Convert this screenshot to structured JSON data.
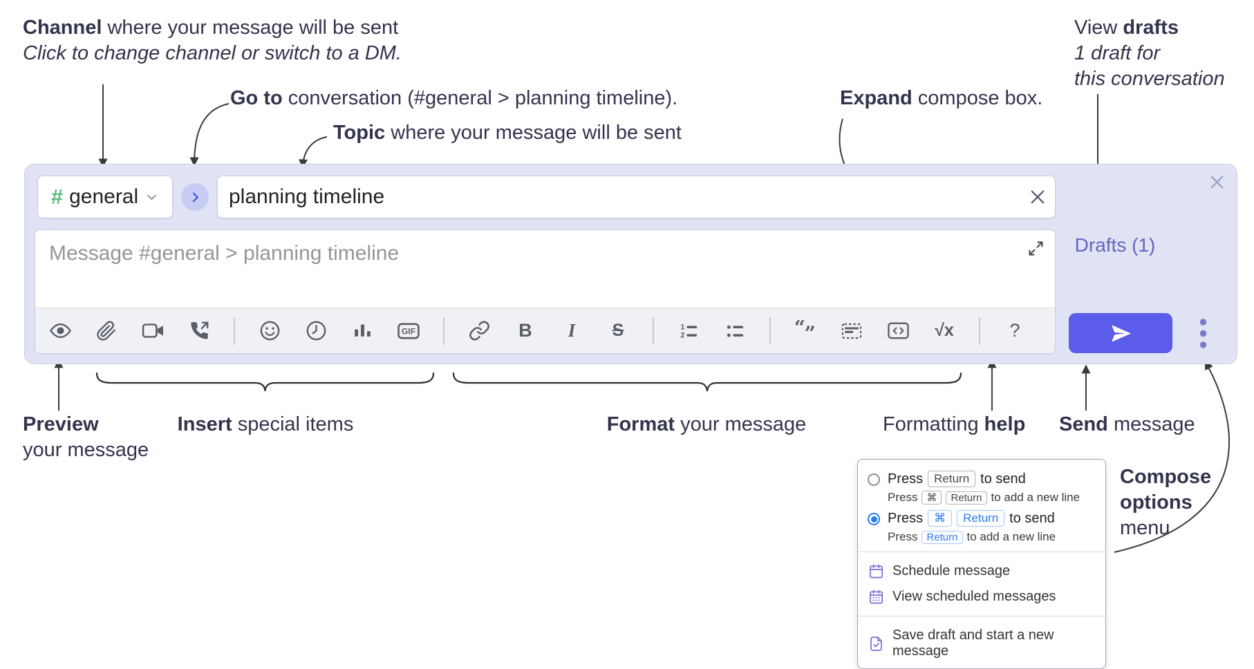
{
  "annotations": {
    "channel": {
      "bold": "Channel",
      "rest": " where your message will be sent",
      "subtitle": "Click to change channel or switch to a DM."
    },
    "go_to": {
      "bold": "Go to",
      "rest": " conversation (#general > planning timeline)."
    },
    "topic": {
      "bold": "Topic",
      "rest": " where your message will be sent"
    },
    "expand": {
      "bold": "Expand",
      "rest": " compose box."
    },
    "view_drafts": {
      "pre": "View ",
      "bold": "drafts",
      "line2": "1 draft for",
      "line3": "this conversation"
    },
    "preview": {
      "bold": "Preview",
      "line2": "your message"
    },
    "insert": {
      "bold": "Insert",
      "rest": " special items"
    },
    "format": {
      "bold": "Format",
      "rest": " your message"
    },
    "formatting_help": {
      "pre": "Formatting ",
      "bold": "help"
    },
    "send": {
      "bold": "Send",
      "rest": " message"
    },
    "compose_options": {
      "line1": "Compose",
      "line2": "options",
      "line3": "menu"
    }
  },
  "compose": {
    "channel": {
      "hash": "#",
      "name": "general"
    },
    "topic_value": "planning timeline",
    "message_placeholder": "Message #general > planning timeline",
    "drafts_link": "Drafts (1)",
    "toolbar": {
      "bold": "B",
      "italic": "I",
      "strike": "S",
      "gif": "GIF",
      "math": "√x",
      "help": "?"
    }
  },
  "popup": {
    "enter_sends": {
      "t1": "Press",
      "key": "Return",
      "t2": "to send",
      "sub_t1": "Press",
      "sub_key1": "⌘",
      "sub_key2": "Return",
      "sub_t2": "to add a new line"
    },
    "cmd_enter_sends": {
      "t1": "Press",
      "key1": "⌘",
      "key2": "Return",
      "t2": "to send",
      "sub_t1": "Press",
      "sub_key": "Return",
      "sub_t2": "to add a new line"
    },
    "items": [
      "Schedule message",
      "View scheduled messages",
      "Save draft and start a new message"
    ]
  },
  "colors": {
    "accent_indigo": "#5b5ce9",
    "link_purple": "#6664c0",
    "selected_blue": "#2b7cf0",
    "hash_green": "#5dba7d",
    "compose_bg": "#e0e3f3"
  }
}
